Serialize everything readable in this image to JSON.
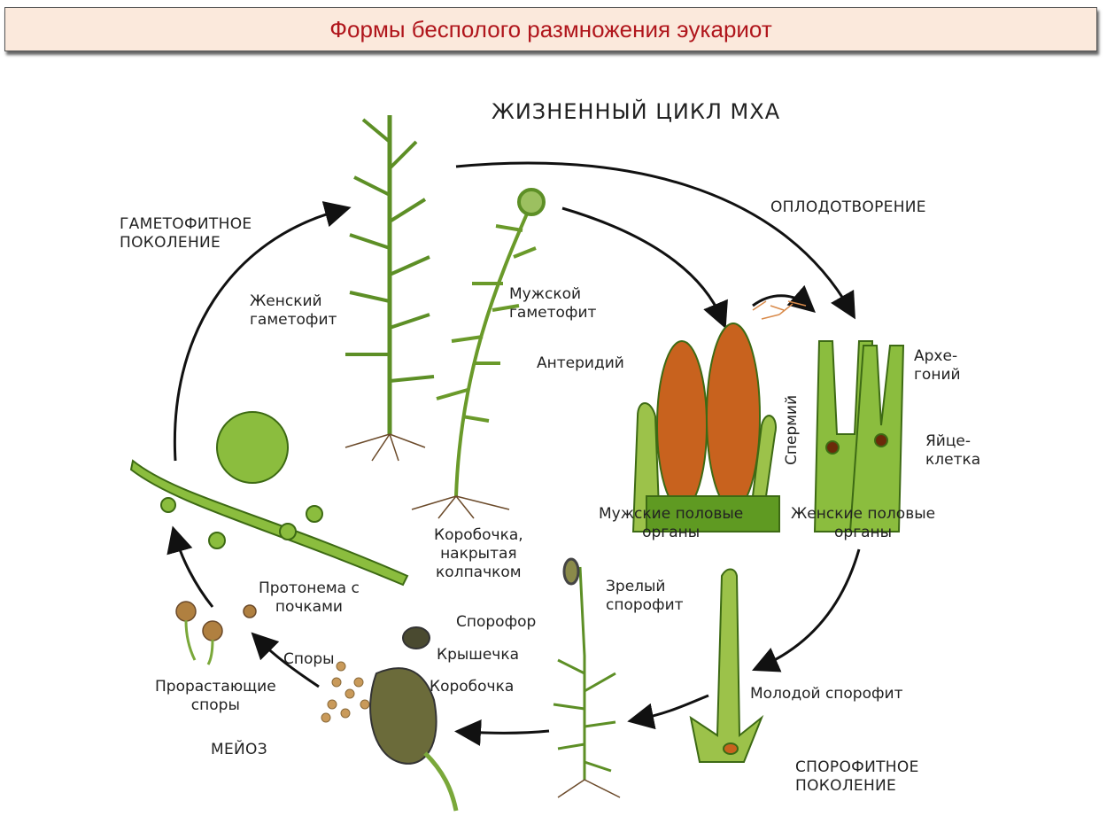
{
  "slide": {
    "title": "Формы бесполого размножения эукариот"
  },
  "diagram": {
    "heading": "ЖИЗНЕННЫЙ ЦИКЛ МХА",
    "labels": {
      "gametophyte_gen_1": "ГАМЕТОФИТНОЕ",
      "gametophyte_gen_2": "ПОКОЛЕНИЕ",
      "fertilization": "ОПЛОДОТВОРЕНИЕ",
      "female_gam_1": "Женский",
      "female_gam_2": "гаметофит",
      "male_gam_1": "Мужской",
      "male_gam_2": "гаметофит",
      "antheridium": "Антеридий",
      "sperm": "Спермий",
      "archegonium_1": "Архе-",
      "archegonium_2": "гоний",
      "egg_1": "Яйце-",
      "egg_2": "клетка",
      "male_organs_1": "Мужские половые",
      "male_organs_2": "органы",
      "female_organs_1": "Женские половые",
      "female_organs_2": "органы",
      "capsule_cap_1": "Коробочка,",
      "capsule_cap_2": "накрытая",
      "capsule_cap_3": "колпачком",
      "protonema_1": "Протонема с",
      "protonema_2": "почками",
      "mature_sporophyte_1": "Зрелый",
      "mature_sporophyte_2": "спорофит",
      "sporophore": "Спорофор",
      "spores": "Споры",
      "lid": "Крышечка",
      "capsule": "Коробочка",
      "germinating_1": "Прорастающие",
      "germinating_2": "споры",
      "young_sporophyte": "Молодой спорофит",
      "meiosis": "МЕЙОЗ",
      "sporophyte_gen_1": "СПОРОФИТНОЕ",
      "sporophyte_gen_2": "ПОКОЛЕНИЕ"
    }
  },
  "colors": {
    "title_text": "#b0161c",
    "banner_bg": "#fbe9dc",
    "plant_green": "#6a9a2a",
    "organ_orange": "#c8621e"
  }
}
